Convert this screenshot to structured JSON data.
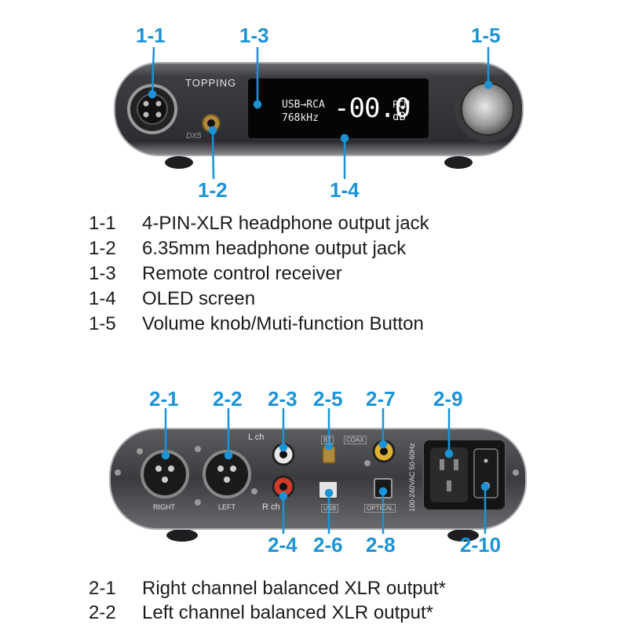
{
  "front": {
    "brand": "TOPPING",
    "model": "DX5",
    "screen": {
      "route": "USB→RCA",
      "rate": "768kHz",
      "volume": "-00.0",
      "format": "PCM",
      "unit": "dB"
    },
    "callouts": [
      "1-1",
      "1-2",
      "1-3",
      "1-4",
      "1-5"
    ],
    "legend": [
      {
        "num": "1-1",
        "text": "4-PIN-XLR headphone output jack"
      },
      {
        "num": "1-2",
        "text": "6.35mm headphone output jack"
      },
      {
        "num": "1-3",
        "text": "Remote control receiver"
      },
      {
        "num": "1-4",
        "text": "OLED screen"
      },
      {
        "num": "1-5",
        "text": "Volume knob/Muti-function Button"
      }
    ]
  },
  "rear": {
    "labels": {
      "right": "RIGHT",
      "left": "LEFT",
      "lch": "L ch",
      "rch": "R ch",
      "bt": "BT",
      "coax": "COAX",
      "usb": "USB",
      "optical": "OPTICAL",
      "power": "100-240VAC 50-60Hz"
    },
    "callouts": [
      "2-1",
      "2-2",
      "2-3",
      "2-4",
      "2-5",
      "2-6",
      "2-7",
      "2-8",
      "2-9",
      "2-10"
    ],
    "legend": [
      {
        "num": "2-1",
        "text": "Right channel balanced XLR output*"
      },
      {
        "num": "2-2",
        "text": "Left channel balanced XLR output*"
      }
    ]
  },
  "colors": {
    "accent": "#1b93d4",
    "body": "#3a3b3f",
    "screen": "#050505"
  }
}
